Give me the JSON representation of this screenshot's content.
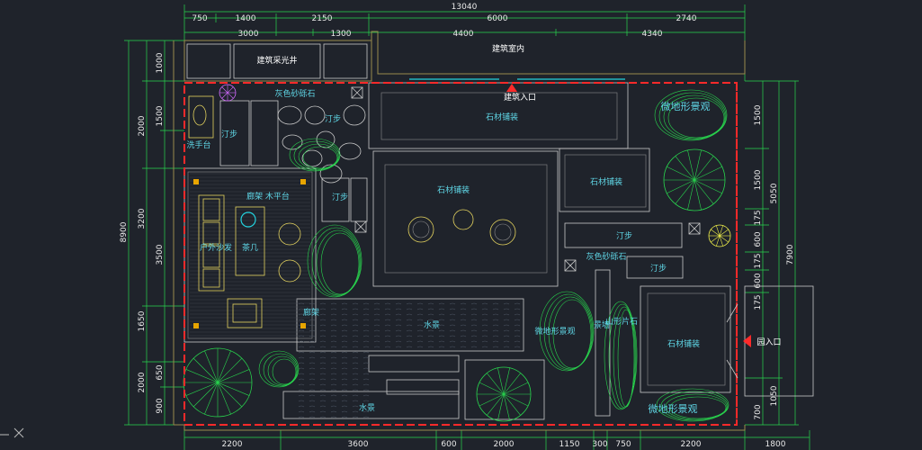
{
  "colors": {
    "background": "#1f232b",
    "boundary": "#ff2a2a",
    "dimension": "#29d64e",
    "label": "#5fd6e6",
    "plant": "#29d64e",
    "furniture": "#e3d25e"
  },
  "dims": {
    "top_total": "13040",
    "top_row1": [
      "750",
      "1400",
      "2150",
      "6000",
      "2740"
    ],
    "top_row2": [
      "3000",
      "1300",
      "4400",
      "4340"
    ],
    "left_total": "8900",
    "left_mid": [
      "2000",
      "3200",
      "1650",
      "2000"
    ],
    "left_inner": [
      "1000",
      "1500",
      "3500",
      "650",
      "900"
    ],
    "right_a": [
      "1500",
      "1500",
      "175",
      "600",
      "175",
      "600",
      "175"
    ],
    "right_b": [
      "5050",
      "7900",
      "1050",
      "700"
    ],
    "bottom": [
      "2200",
      "3600",
      "600",
      "2000",
      "1150",
      "300",
      "750",
      "2200",
      "1800"
    ]
  },
  "labels": {
    "skylight": "建筑采光井",
    "indoor": "建筑室内",
    "entrance": "建筑入口",
    "gravel_top": "灰色砂砾石",
    "stone1": "石材铺装",
    "micro1": "微地形景观",
    "washbasin": "洗手台",
    "steps1": "汀步",
    "steps2": "汀步",
    "pavilion": "廊架 木平台",
    "steps3": "汀步",
    "stone2": "石材铺装",
    "stone3": "石材铺装",
    "steps4": "汀步",
    "gravel2": "灰色砂砾石",
    "steps5": "汀步",
    "sofa": "户外沙发",
    "tea": "茶几",
    "corridor": "廊架",
    "water1": "水景",
    "micro2": "微地形景观",
    "wall": "景墙",
    "rock": "山形片石",
    "stone4": "石材铺装",
    "entry2": "园入口",
    "water2": "水景",
    "micro3": "微地形景观"
  }
}
